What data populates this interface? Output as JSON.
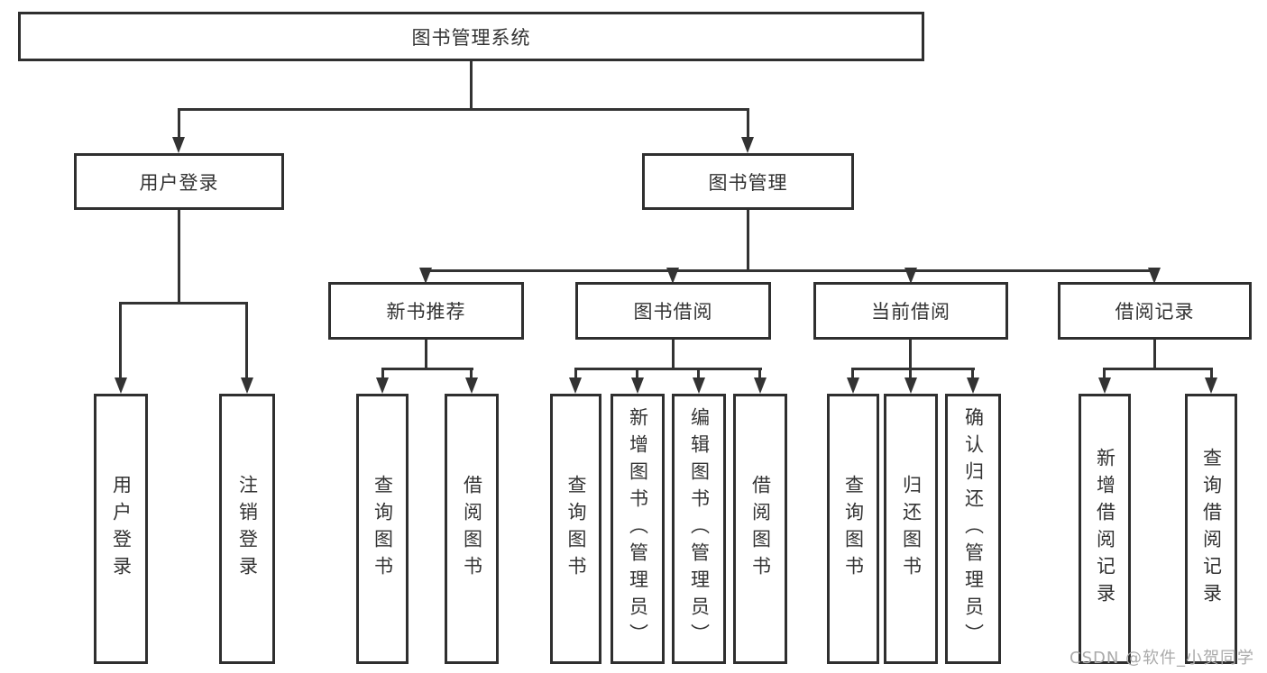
{
  "diagram_title": "图书管理系统",
  "tree": {
    "root": {
      "label": "图书管理系统"
    },
    "level2": [
      {
        "label": "用户登录",
        "children": [
          {
            "label": "用户登录"
          },
          {
            "label": "注销登录"
          }
        ]
      },
      {
        "label": "图书管理",
        "children": [
          {
            "label": "新书推荐",
            "children": [
              {
                "label": "查询图书"
              },
              {
                "label": "借阅图书"
              }
            ]
          },
          {
            "label": "图书借阅",
            "children": [
              {
                "label": "查询图书"
              },
              {
                "label": "新增图书（管理员）"
              },
              {
                "label": "编辑图书（管理员）"
              },
              {
                "label": "借阅图书"
              }
            ]
          },
          {
            "label": "当前借阅",
            "children": [
              {
                "label": "查询图书"
              },
              {
                "label": "归还图书"
              },
              {
                "label": "确认归还（管理员）"
              }
            ]
          },
          {
            "label": "借阅记录",
            "children": [
              {
                "label": "新增借阅记录"
              },
              {
                "label": "查询借阅记录"
              }
            ]
          }
        ]
      }
    ]
  },
  "watermark": "CSDN @软件_小贺同学",
  "colors": {
    "line": "#333333",
    "border": "#2f2f2f",
    "text": "#333333",
    "watermark": "#aaaaaa",
    "background": "#ffffff"
  }
}
